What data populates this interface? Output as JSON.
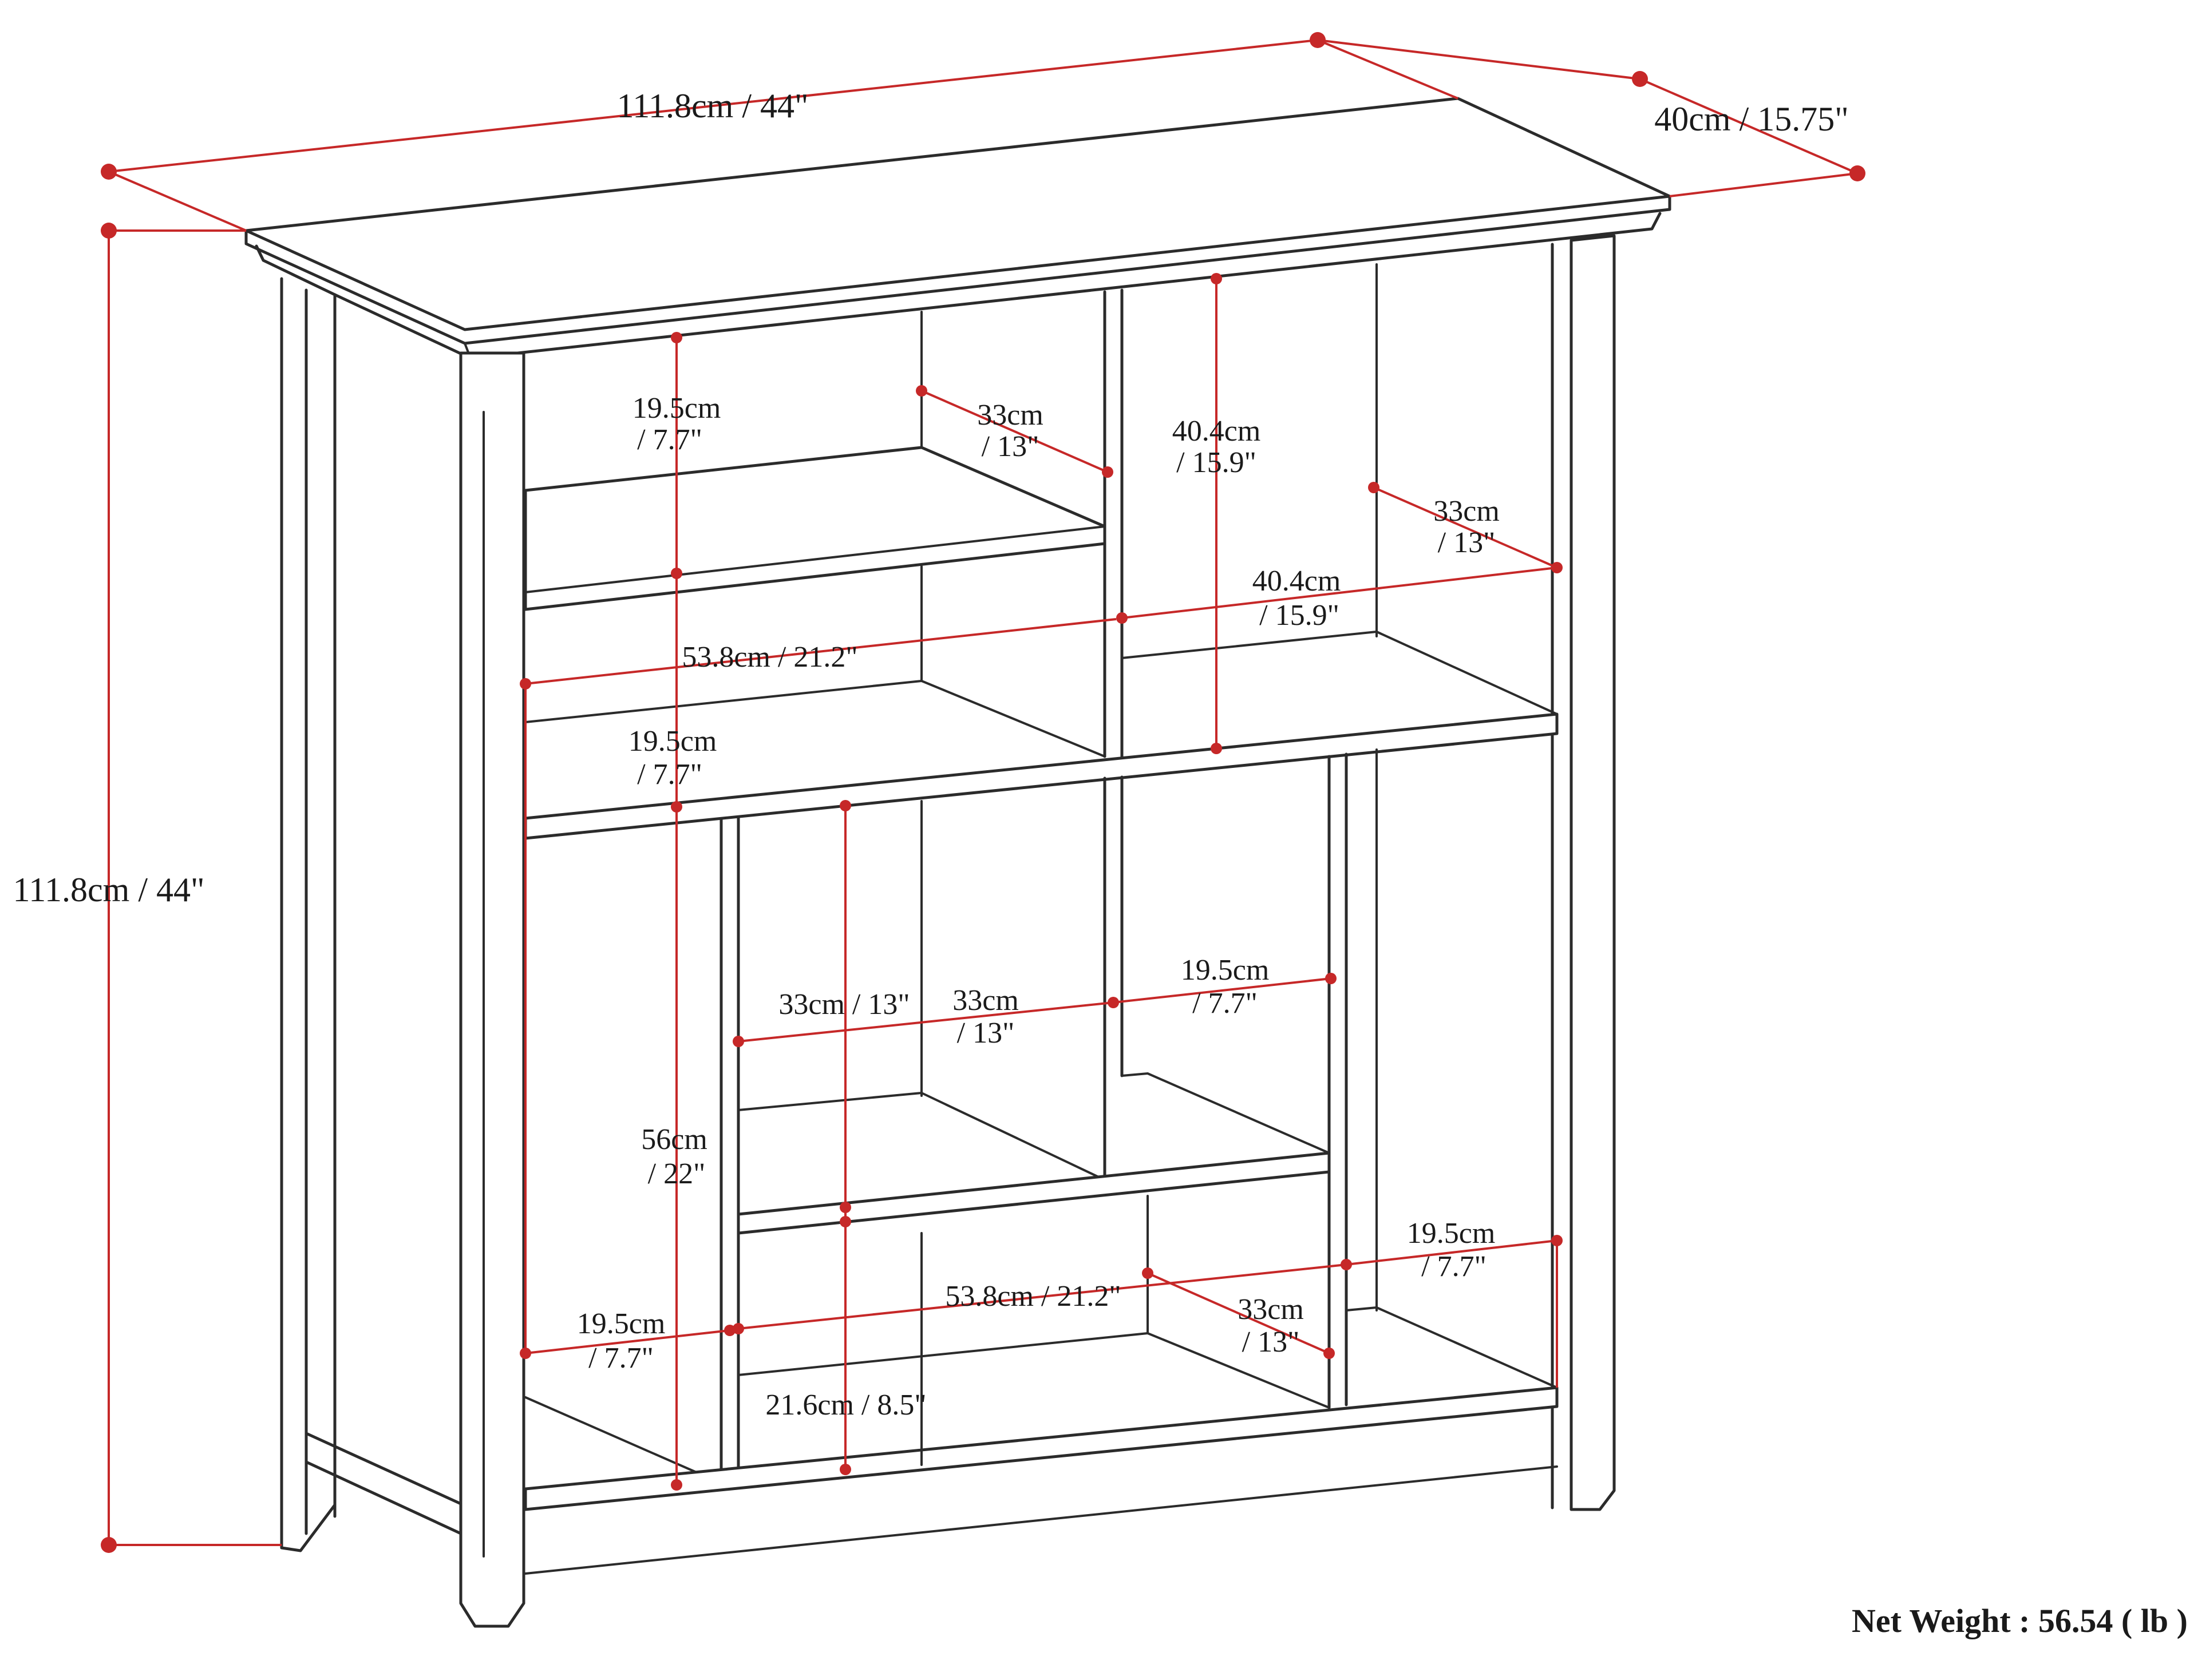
{
  "diagram": {
    "net_weight": "Net Weight : 56.54 ( lb )",
    "overall": {
      "width": "111.8cm / 44\"",
      "depth": "40cm / 15.75\"",
      "height": "111.8cm / 44\""
    },
    "labels": {
      "top_left_cubby_height_cm": "19.5cm",
      "top_left_cubby_height_in": "/ 7.7\"",
      "top_shelf_depth_a_cm": "33cm",
      "top_shelf_depth_a_in": "/ 13\"",
      "top_right_height_cm": "40.4cm",
      "top_right_height_in": "/ 15.9\"",
      "top_right_depth_cm": "33cm",
      "top_right_depth_in": "/ 13\"",
      "top_right_width_cm": "40.4cm",
      "top_right_width_in": "/ 15.9\"",
      "top_left_width": "53.8cm / 21.2\"",
      "mid_left_cubby_height_cm": "19.5cm",
      "mid_left_cubby_height_in": "/ 7.7\"",
      "center_cubby_width": "33cm / 13\"",
      "center_cubby_depth_cm": "33cm",
      "center_cubby_depth_in": "/ 13\"",
      "right_mid_width_cm": "19.5cm",
      "right_mid_width_in": "/ 7.7\"",
      "tall_left_height_cm": "56cm",
      "tall_left_height_in": "/ 22\"",
      "right_low_width_cm": "19.5cm",
      "right_low_width_in": "/ 7.7\"",
      "bottom_width": "53.8cm / 21.2\"",
      "bottom_depth_cm": "33cm",
      "bottom_depth_in": "/ 13\"",
      "left_low_width_cm": "19.5cm",
      "left_low_width_in": "/ 7.7\"",
      "bottom_cubby_height": "21.6cm / 8.5\""
    }
  }
}
